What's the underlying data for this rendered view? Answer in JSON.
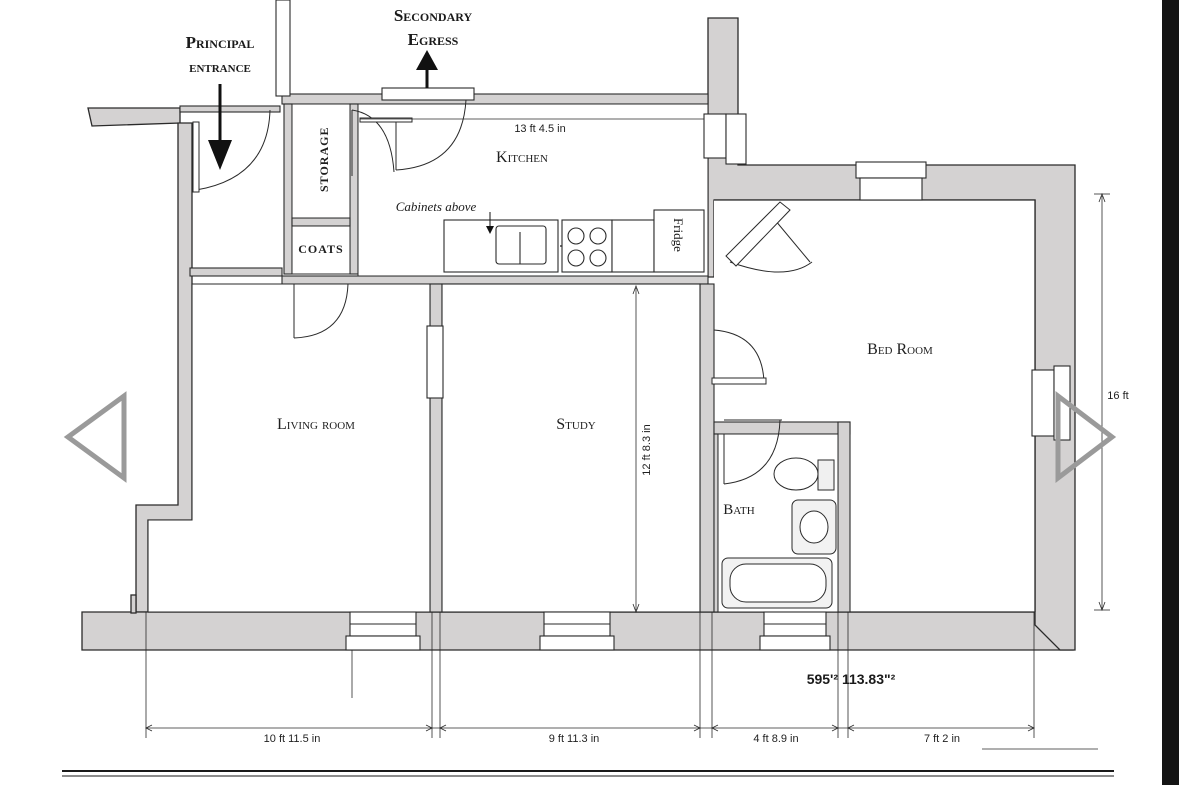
{
  "labels": {
    "principal_1": "Principal",
    "principal_2": "entrance",
    "secondary_1": "Secondary",
    "secondary_2": "Egress",
    "storage": "STORAGE",
    "coats": "COATS",
    "kitchen": "Kitchen",
    "cabinets": "Cabinets above",
    "fridge": "Fridge",
    "living": "Living room",
    "study": "Study",
    "bedroom": "Bed Room",
    "bath": "Bath"
  },
  "dimensions": {
    "kitchen_width": "13 ft 4.5 in",
    "study_height": "12 ft 8.3 in",
    "bedroom_height": "16 ft",
    "living_width": "10 ft 11.5 in",
    "study_width": "9 ft 11.3 in",
    "bath_width": "4 ft 8.9 in",
    "bedroom_width": "7 ft 2 in"
  },
  "area_text": "595'² 113.83\"²",
  "nav": {
    "prev_icon": "triangle-left-icon",
    "next_icon": "triangle-right-icon"
  },
  "colors": {
    "wall": "#d4d2d2",
    "wall_edge": "#2a2a2a",
    "ink": "#1a1a1a",
    "nav": "#9a9a9a"
  }
}
